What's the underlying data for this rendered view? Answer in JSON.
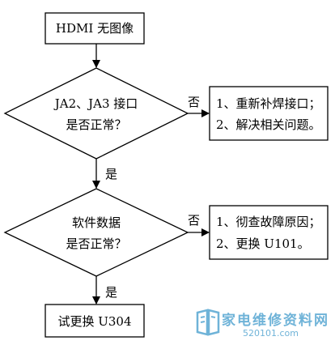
{
  "nodes": {
    "start": "HDMI 无图像",
    "decision1_line1": "JA2、JA3 接口",
    "decision1_line2": "是否正常？",
    "action1_line1": "1、重新补焊接口；",
    "action1_line2": "2、解决相关问题。",
    "decision2_line1": "软件数据",
    "decision2_line2": "是否正常？",
    "action2_line1": "1、彻查故障原因；",
    "action2_line2": "2、更换 U101。",
    "end": "试更换 U304"
  },
  "edges": {
    "no1": "否",
    "yes1": "是",
    "no2": "否",
    "yes2": "是"
  },
  "watermark": {
    "title": "家电维修资料网",
    "url": "520101.com",
    "color": "#6fb3d8"
  }
}
